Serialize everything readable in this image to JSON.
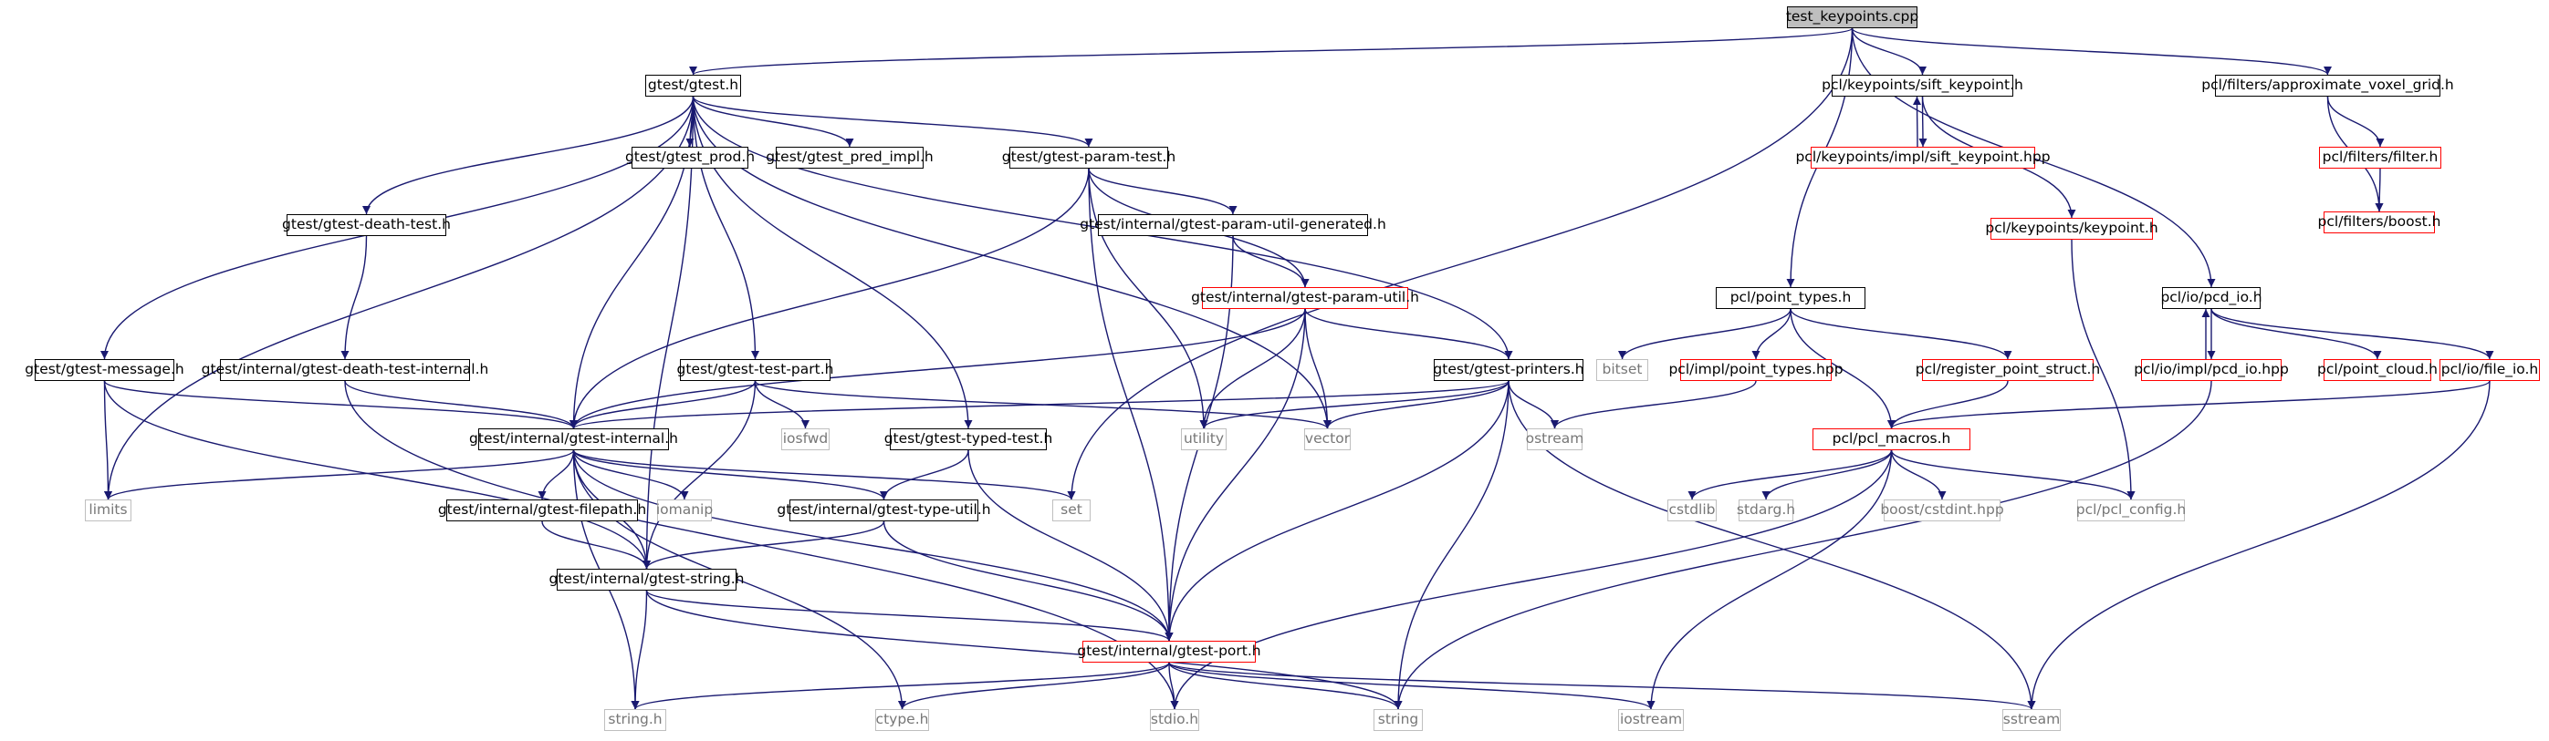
{
  "graph": {
    "root": "test_keypoints.cpp",
    "colors": {
      "edge": "#191970",
      "root_fill": "#bfbfbf",
      "documented_border": "#000000",
      "undocumented_border": "#ff0000",
      "system_border": "#bfbfbf",
      "system_text": "#777777"
    },
    "nodes": [
      {
        "id": "test_keypoints",
        "label": "test_keypoints.cpp",
        "kind": "root"
      },
      {
        "id": "gtest",
        "label": "gtest/gtest.h",
        "kind": "doc"
      },
      {
        "id": "sift_keypoint",
        "label": "pcl/keypoints/sift_keypoint.h",
        "kind": "doc"
      },
      {
        "id": "approx_voxel",
        "label": "pcl/filters/approximate_voxel_grid.h",
        "kind": "doc"
      },
      {
        "id": "sift_impl",
        "label": "pcl/keypoints/impl/sift_keypoint.hpp",
        "kind": "ext"
      },
      {
        "id": "filter_h",
        "label": "pcl/filters/filter.h",
        "kind": "ext"
      },
      {
        "id": "boost_h",
        "label": "pcl/filters/boost.h",
        "kind": "ext"
      },
      {
        "id": "keypoint_h",
        "label": "pcl/keypoints/keypoint.h",
        "kind": "ext"
      },
      {
        "id": "gtest_prod",
        "label": "gtest/gtest_prod.h",
        "kind": "doc"
      },
      {
        "id": "gtest_pred",
        "label": "gtest/gtest_pred_impl.h",
        "kind": "doc"
      },
      {
        "id": "param_test",
        "label": "gtest/gtest-param-test.h",
        "kind": "doc"
      },
      {
        "id": "death_test",
        "label": "gtest/gtest-death-test.h",
        "kind": "doc"
      },
      {
        "id": "param_gen",
        "label": "gtest/internal/gtest-param-util-generated.h",
        "kind": "doc"
      },
      {
        "id": "param_util",
        "label": "gtest/internal/gtest-param-util.h",
        "kind": "ext"
      },
      {
        "id": "point_types",
        "label": "pcl/point_types.h",
        "kind": "doc"
      },
      {
        "id": "pcd_io",
        "label": "pcl/io/pcd_io.h",
        "kind": "doc"
      },
      {
        "id": "message",
        "label": "gtest/gtest-message.h",
        "kind": "doc"
      },
      {
        "id": "death_internal",
        "label": "gtest/internal/gtest-death-test-internal.h",
        "kind": "doc"
      },
      {
        "id": "test_part",
        "label": "gtest/gtest-test-part.h",
        "kind": "doc"
      },
      {
        "id": "printers",
        "label": "gtest/gtest-printers.h",
        "kind": "doc"
      },
      {
        "id": "bitset",
        "label": "bitset",
        "kind": "sys"
      },
      {
        "id": "impl_point_types",
        "label": "pcl/impl/point_types.hpp",
        "kind": "ext"
      },
      {
        "id": "register_struct",
        "label": "pcl/register_point_struct.h",
        "kind": "ext"
      },
      {
        "id": "pcd_impl",
        "label": "pcl/io/impl/pcd_io.hpp",
        "kind": "ext"
      },
      {
        "id": "point_cloud",
        "label": "pcl/point_cloud.h",
        "kind": "ext"
      },
      {
        "id": "file_io",
        "label": "pcl/io/file_io.h",
        "kind": "ext"
      },
      {
        "id": "internal",
        "label": "gtest/internal/gtest-internal.h",
        "kind": "doc"
      },
      {
        "id": "iosfwd",
        "label": "iosfwd",
        "kind": "sys"
      },
      {
        "id": "typed_test",
        "label": "gtest/gtest-typed-test.h",
        "kind": "doc"
      },
      {
        "id": "utility",
        "label": "utility",
        "kind": "sys"
      },
      {
        "id": "vector",
        "label": "vector",
        "kind": "sys"
      },
      {
        "id": "ostream",
        "label": "ostream",
        "kind": "sys"
      },
      {
        "id": "pcl_macros",
        "label": "pcl/pcl_macros.h",
        "kind": "ext"
      },
      {
        "id": "limits",
        "label": "limits",
        "kind": "sys"
      },
      {
        "id": "filepath",
        "label": "gtest/internal/gtest-filepath.h",
        "kind": "doc"
      },
      {
        "id": "iomanip",
        "label": "iomanip",
        "kind": "sys"
      },
      {
        "id": "type_util",
        "label": "gtest/internal/gtest-type-util.h",
        "kind": "doc"
      },
      {
        "id": "set",
        "label": "set",
        "kind": "sys"
      },
      {
        "id": "cstdlib",
        "label": "cstdlib",
        "kind": "sys"
      },
      {
        "id": "stdarg",
        "label": "stdarg.h",
        "kind": "sys"
      },
      {
        "id": "boost_cstdint",
        "label": "boost/cstdint.hpp",
        "kind": "sys"
      },
      {
        "id": "pcl_config",
        "label": "pcl/pcl_config.h",
        "kind": "sys"
      },
      {
        "id": "string_h_internal",
        "label": "gtest/internal/gtest-string.h",
        "kind": "doc"
      },
      {
        "id": "port",
        "label": "gtest/internal/gtest-port.h",
        "kind": "ext"
      },
      {
        "id": "string_c",
        "label": "string.h",
        "kind": "sys"
      },
      {
        "id": "ctype",
        "label": "ctype.h",
        "kind": "sys"
      },
      {
        "id": "stdio",
        "label": "stdio.h",
        "kind": "sys"
      },
      {
        "id": "string",
        "label": "string",
        "kind": "sys"
      },
      {
        "id": "iostream",
        "label": "iostream",
        "kind": "sys"
      },
      {
        "id": "sstream",
        "label": "sstream",
        "kind": "sys"
      }
    ],
    "edges": [
      [
        "test_keypoints",
        "gtest"
      ],
      [
        "test_keypoints",
        "sift_keypoint"
      ],
      [
        "test_keypoints",
        "approx_voxel"
      ],
      [
        "test_keypoints",
        "set"
      ],
      [
        "test_keypoints",
        "point_types"
      ],
      [
        "test_keypoints",
        "pcd_io"
      ],
      [
        "sift_keypoint",
        "sift_impl"
      ],
      [
        "sift_impl",
        "sift_keypoint"
      ],
      [
        "sift_keypoint",
        "keypoint_h"
      ],
      [
        "keypoint_h",
        "pcl_config"
      ],
      [
        "approx_voxel",
        "filter_h"
      ],
      [
        "approx_voxel",
        "boost_h"
      ],
      [
        "filter_h",
        "boost_h"
      ],
      [
        "gtest",
        "limits"
      ],
      [
        "gtest",
        "message"
      ],
      [
        "gtest",
        "death_test"
      ],
      [
        "gtest",
        "string_h_internal"
      ],
      [
        "gtest",
        "internal"
      ],
      [
        "gtest",
        "test_part"
      ],
      [
        "gtest",
        "gtest_prod"
      ],
      [
        "gtest",
        "gtest_pred"
      ],
      [
        "gtest",
        "param_test"
      ],
      [
        "gtest",
        "typed_test"
      ],
      [
        "gtest",
        "vector"
      ],
      [
        "gtest",
        "printers"
      ],
      [
        "death_test",
        "death_internal"
      ],
      [
        "death_internal",
        "internal"
      ],
      [
        "death_internal",
        "stdio"
      ],
      [
        "message",
        "limits"
      ],
      [
        "message",
        "internal"
      ],
      [
        "message",
        "string_h_internal"
      ],
      [
        "param_test",
        "internal"
      ],
      [
        "param_test",
        "param_gen"
      ],
      [
        "param_test",
        "param_util"
      ],
      [
        "param_test",
        "utility"
      ],
      [
        "param_test",
        "port"
      ],
      [
        "param_gen",
        "param_util"
      ],
      [
        "param_gen",
        "port"
      ],
      [
        "param_util",
        "internal"
      ],
      [
        "param_util",
        "printers"
      ],
      [
        "param_util",
        "utility"
      ],
      [
        "param_util",
        "vector"
      ],
      [
        "param_util",
        "port"
      ],
      [
        "test_part",
        "internal"
      ],
      [
        "test_part",
        "iosfwd"
      ],
      [
        "test_part",
        "vector"
      ],
      [
        "test_part",
        "string_h_internal"
      ],
      [
        "typed_test",
        "type_util"
      ],
      [
        "typed_test",
        "port"
      ],
      [
        "printers",
        "internal"
      ],
      [
        "printers",
        "utility"
      ],
      [
        "printers",
        "vector"
      ],
      [
        "printers",
        "ostream"
      ],
      [
        "printers",
        "sstream"
      ],
      [
        "printers",
        "string"
      ],
      [
        "printers",
        "port"
      ],
      [
        "point_types",
        "bitset"
      ],
      [
        "point_types",
        "impl_point_types"
      ],
      [
        "point_types",
        "register_struct"
      ],
      [
        "point_types",
        "pcl_macros"
      ],
      [
        "impl_point_types",
        "ostream"
      ],
      [
        "register_struct",
        "pcl_macros"
      ],
      [
        "pcd_io",
        "pcd_impl"
      ],
      [
        "pcd_impl",
        "pcd_io"
      ],
      [
        "pcd_io",
        "point_cloud"
      ],
      [
        "pcd_io",
        "file_io"
      ],
      [
        "pcd_impl",
        "string"
      ],
      [
        "file_io",
        "pcl_macros"
      ],
      [
        "file_io",
        "sstream"
      ],
      [
        "pcl_macros",
        "cstdlib"
      ],
      [
        "pcl_macros",
        "stdarg"
      ],
      [
        "pcl_macros",
        "boost_cstdint"
      ],
      [
        "pcl_macros",
        "pcl_config"
      ],
      [
        "pcl_macros",
        "iostream"
      ],
      [
        "pcl_macros",
        "stdio"
      ],
      [
        "internal",
        "limits"
      ],
      [
        "internal",
        "filepath"
      ],
      [
        "internal",
        "iomanip"
      ],
      [
        "internal",
        "type_util"
      ],
      [
        "internal",
        "set"
      ],
      [
        "internal",
        "string_h_internal"
      ],
      [
        "internal",
        "port"
      ],
      [
        "internal",
        "string_c"
      ],
      [
        "internal",
        "ctype"
      ],
      [
        "filepath",
        "string_h_internal"
      ],
      [
        "type_util",
        "string_h_internal"
      ],
      [
        "type_util",
        "port"
      ],
      [
        "string_h_internal",
        "string_c"
      ],
      [
        "string_h_internal",
        "port"
      ],
      [
        "string_h_internal",
        "string"
      ],
      [
        "port",
        "string_c"
      ],
      [
        "port",
        "ctype"
      ],
      [
        "port",
        "stdio"
      ],
      [
        "port",
        "string"
      ],
      [
        "port",
        "iostream"
      ],
      [
        "port",
        "sstream"
      ]
    ]
  }
}
